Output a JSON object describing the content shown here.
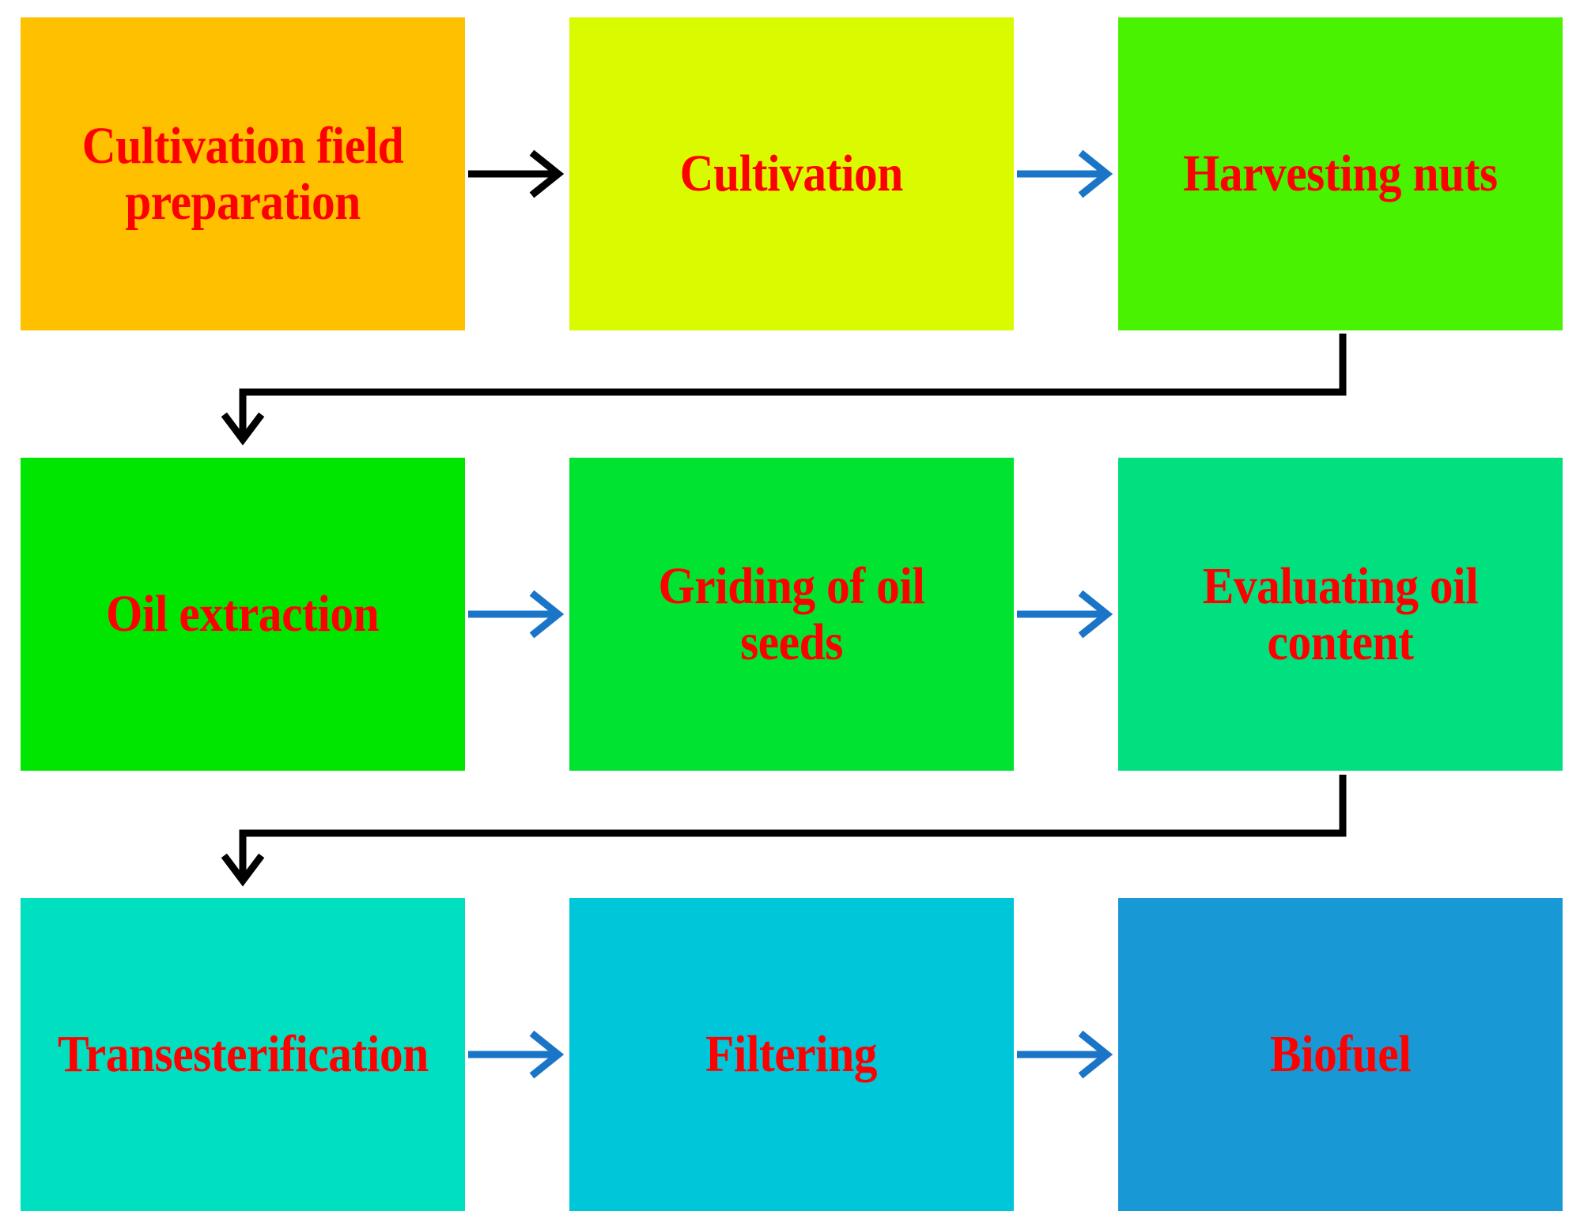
{
  "diagram": {
    "steps": [
      {
        "label": "Cultivation field preparation",
        "color": "#ffc000"
      },
      {
        "label": "Cultivation",
        "color": "#dafa00"
      },
      {
        "label": "Harvesting nuts",
        "color": "#48f200"
      },
      {
        "label": "Oil extraction",
        "color": "#00e600"
      },
      {
        "label": "Griding of oil seeds",
        "color": "#00e431"
      },
      {
        "label": "Evaluating oil content",
        "color": "#00e07f"
      },
      {
        "label": "Transesterification",
        "color": "#00dfc0"
      },
      {
        "label": "Filtering",
        "color": "#00c6d9"
      },
      {
        "label": "Biofuel",
        "color": "#1899d6"
      }
    ],
    "arrow_colors": {
      "black": "#000000",
      "blue": "#1a75c8"
    },
    "text_color": "#ff0000"
  }
}
